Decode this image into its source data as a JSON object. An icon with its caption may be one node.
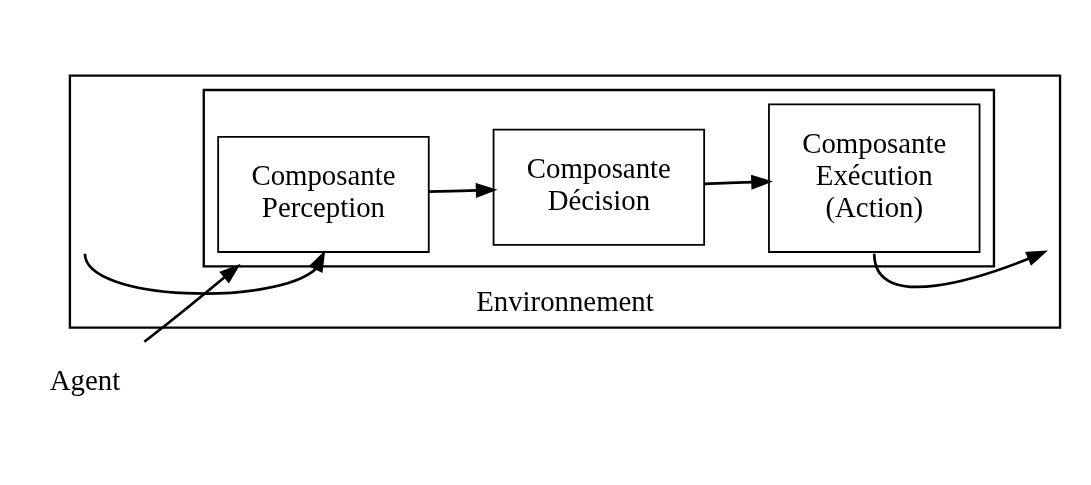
{
  "diagram": {
    "nodes": [
      {
        "text": [
          "Environnement"
        ]
      },
      {
        "text": [
          "Agent"
        ]
      },
      {
        "text": [],
        "shape": "box",
        "in": 0
      },
      {
        "text": [
          "Composante Perception"
        ],
        "in": 2
      },
      {
        "text": [
          "Composante Décision"
        ],
        "in": 2
      },
      {
        "text": [
          "Composante Exécution (Action)"
        ],
        "in": 2
      }
    ],
    "edges": [
      {
        "from": 1,
        "to": 2,
        "arrow": "to"
      },
      {
        "from": 3,
        "to": 4,
        "arrow": "to"
      },
      {
        "from": 4,
        "to": 5,
        "arrow": "to"
      },
      {
        "from": null,
        "to": 3,
        "arrow": "to"
      },
      {
        "from": 5,
        "to": null,
        "arrow": "to"
      }
    ]
  }
}
